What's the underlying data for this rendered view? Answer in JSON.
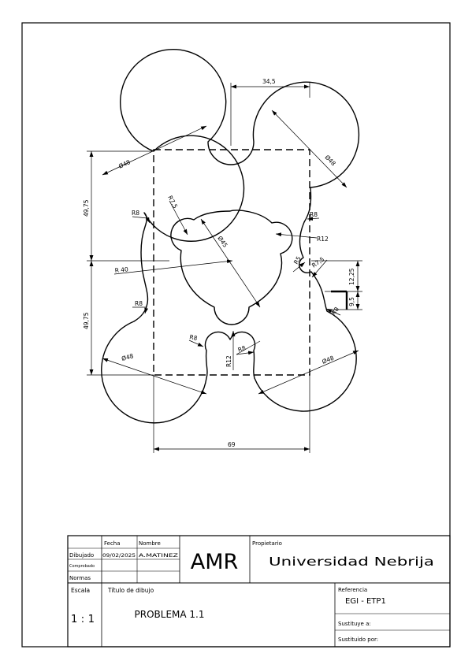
{
  "dimensions": {
    "top_width": "34,5",
    "bottom_width": "69",
    "upper_height": "49,75",
    "lower_height": "49,75",
    "dia_top_left": "Ø48",
    "dia_top_right": "Ø48",
    "dia_bottom_left": "Ø48",
    "dia_bottom_right": "Ø48",
    "dia_center": "Ø45",
    "r_big": "R 40",
    "r8_left_upper": "R8",
    "r8_left_lower": "R8",
    "r8_right_upper": "R8",
    "r8_right_lower": "R8",
    "r8_bottom_left": "R8",
    "r8_bottom_right": "R8",
    "r12_right": "R12",
    "r12_bottom": "R12",
    "r75_left": "R7,5",
    "r75_right": "R7,5",
    "r5": "R5",
    "v_1225": "12,25",
    "v_95": "9,5"
  },
  "title_block": {
    "col_fecha": "Fecha",
    "col_nombre": "Nombre",
    "row_dibujado": "Dibujado",
    "row_comprobado": "Comprobado",
    "row_normas": "Normas",
    "date": "09/02/2025",
    "name": "A.MATINEZ",
    "logo": "AMR",
    "owner_label": "Propietario",
    "owner": "Universidad Nebrija",
    "scale_label": "Escala",
    "scale": "1:1",
    "title_label": "Título de dibujo",
    "title": "PROBLEMA 1.1",
    "ref_label": "Referencia",
    "ref": "EGI - ETP1",
    "replaces_label": "Sustituye a:",
    "replaced_by_label": "Sustituido por:"
  }
}
